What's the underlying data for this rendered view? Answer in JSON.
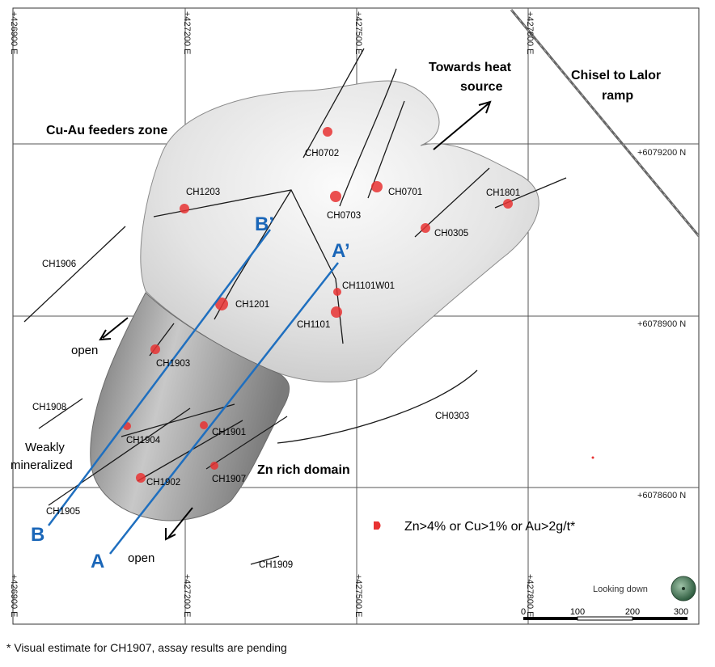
{
  "grid": {
    "easting_labels": [
      "+426900 E",
      "+427200 E",
      "+427500 E",
      "+427800 E"
    ],
    "northing_labels": [
      "+6079200 N",
      "+6078900 N",
      "+6078600 N"
    ]
  },
  "zones": {
    "cu_au": "Cu-Au feeders zone",
    "zn_rich": "Zn rich domain",
    "weakly_line1": "Weakly",
    "weakly_line2": "mineralized"
  },
  "annotations": {
    "heat_line1": "Towards heat",
    "heat_line2": "source",
    "chisel_line1": "Chisel to Lalor",
    "chisel_line2": "ramp",
    "open_label": "open"
  },
  "sections": {
    "a": "A",
    "a_prime": "A’",
    "b": "B",
    "b_prime": "B’"
  },
  "drillholes": [
    "CH0702",
    "CH0701",
    "CH0703",
    "CH1801",
    "CH0305",
    "CH1203",
    "CH1906",
    "CH1101W01",
    "CH1201",
    "CH1101",
    "CH1903",
    "CH1908",
    "CH1904",
    "CH1901",
    "CH0303",
    "CH1907",
    "CH1902",
    "CH1905",
    "CH1909"
  ],
  "legend": {
    "text": "Zn>4% or Cu>1% or Au>2g/t*"
  },
  "orientation": {
    "label": "Looking down"
  },
  "scale": {
    "ticks": [
      "0",
      "100",
      "200",
      "300"
    ]
  },
  "footnote": "* Visual estimate for CH1907, assay results are pending",
  "colors": {
    "intercept": "#e83232",
    "section_line": "#1f6fbf",
    "section_label": "#1a66b8",
    "cu_au_zone_fill": "#e6e6e6",
    "zn_zone_fill": "#8a8a8a"
  }
}
